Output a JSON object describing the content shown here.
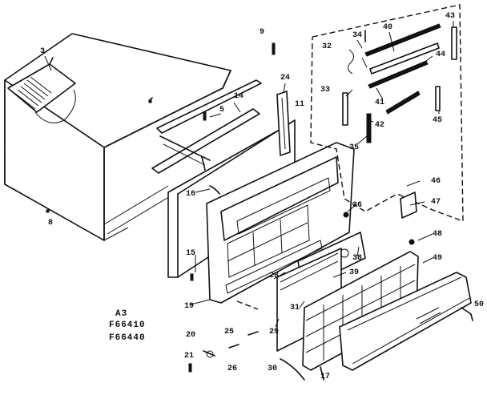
{
  "model_codes": [
    "A3",
    "F66410",
    "F66440"
  ],
  "part_numbers": {
    "p3": "3",
    "p8": "8",
    "p9": "9",
    "p5": "5",
    "p14": "14",
    "p24": "24",
    "p11": "11",
    "p34": "34",
    "p40": "40",
    "p43": "43",
    "p32": "32",
    "p44": "44",
    "p33": "33",
    "p41": "41",
    "p42": "42",
    "p45": "45",
    "p35": "35",
    "p16": "16",
    "p36": "36",
    "p46": "46",
    "p47": "47",
    "p15": "15",
    "p38": "38",
    "p48": "48",
    "p28": "28",
    "p39": "39",
    "p49": "49",
    "p19": "19",
    "p31": "31",
    "p20": "20",
    "p25": "25",
    "p29": "29",
    "p50": "50",
    "p21": "21",
    "p26": "26",
    "p30": "30",
    "p17": "17"
  }
}
